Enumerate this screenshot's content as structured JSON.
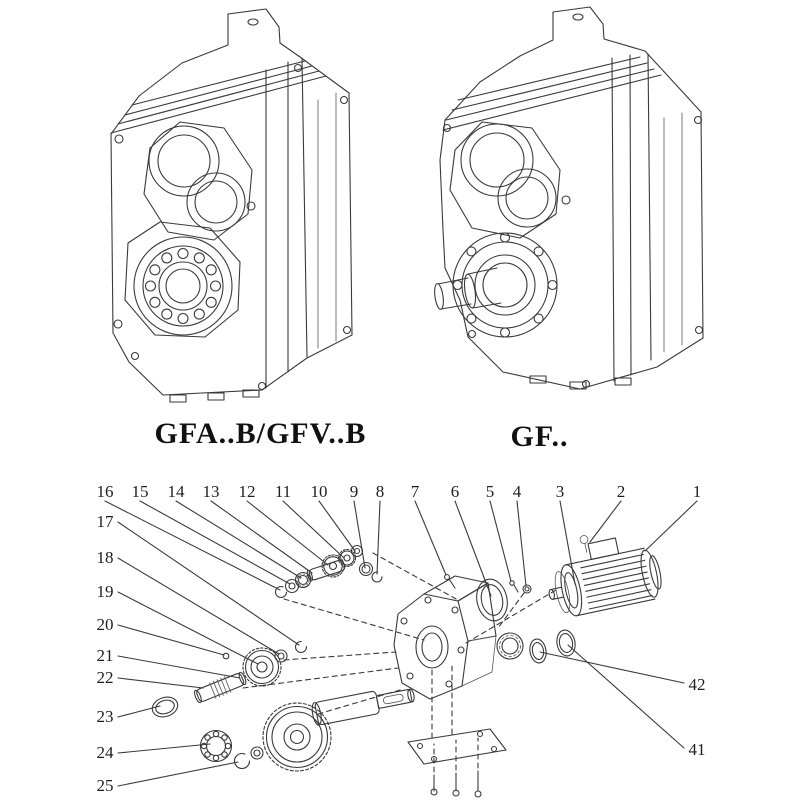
{
  "page": {
    "background": "#ffffff",
    "line_color": "#3a3a3a"
  },
  "models": {
    "left_label": "GFA..B/GFV..B",
    "right_label": "GF.."
  },
  "exploded_view": {
    "callouts_top": [
      "16",
      "15",
      "14",
      "13",
      "12",
      "11",
      "10",
      "9",
      "8",
      "7",
      "6",
      "5",
      "4",
      "3",
      "2",
      "1"
    ],
    "callouts_left": [
      "17",
      "18",
      "19",
      "20",
      "21",
      "22",
      "23",
      "24",
      "25"
    ],
    "callouts_right": [
      "42",
      "41"
    ]
  }
}
